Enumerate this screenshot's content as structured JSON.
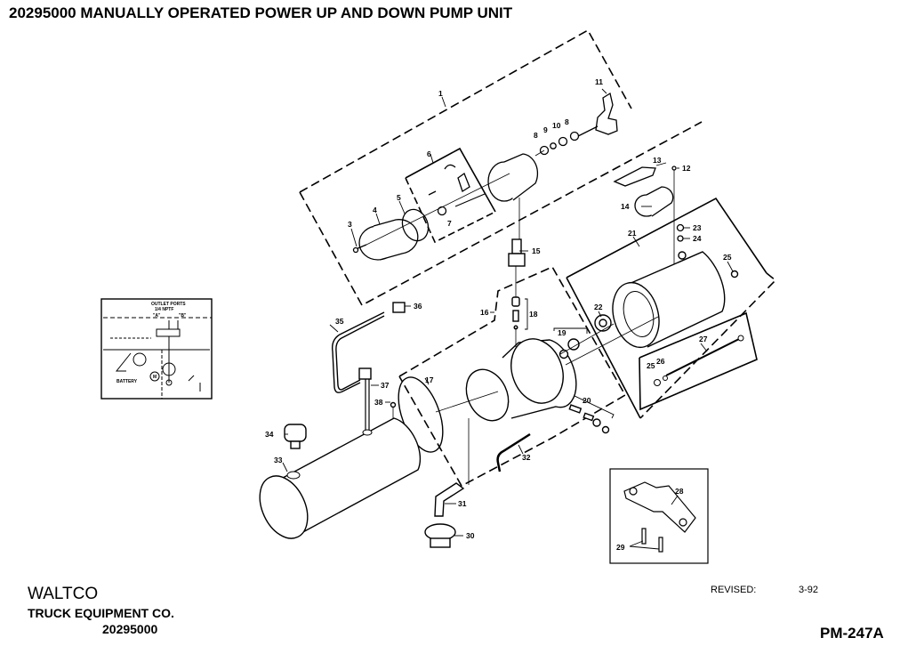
{
  "title": "20295000 MANUALLY OPERATED POWER UP AND DOWN PUMP UNIT",
  "schematic": {
    "outlet_ports": "OUTLET PORTS",
    "port_size": "1/4 NPTF",
    "port_a": "\"A\"",
    "port_b": "\"B\"",
    "battery": "BATTERY",
    "motor": "M"
  },
  "callouts": [
    "1",
    "3",
    "4",
    "5",
    "6",
    "7",
    "8",
    "9",
    "10",
    "8",
    "11",
    "12",
    "13",
    "14",
    "15",
    "16",
    "17",
    "18",
    "19",
    "20",
    "21",
    "22",
    "23",
    "24",
    "25",
    "25",
    "26",
    "27",
    "28",
    "29",
    "30",
    "31",
    "32",
    "33",
    "34",
    "35",
    "36",
    "37",
    "38"
  ],
  "footer": {
    "company": "WALTCO",
    "company_sub": "TRUCK EQUIPMENT CO.",
    "part_number": "20295000",
    "revised_label": "REVISED:",
    "revised_value": "3-92",
    "page_code": "PM-247A"
  }
}
